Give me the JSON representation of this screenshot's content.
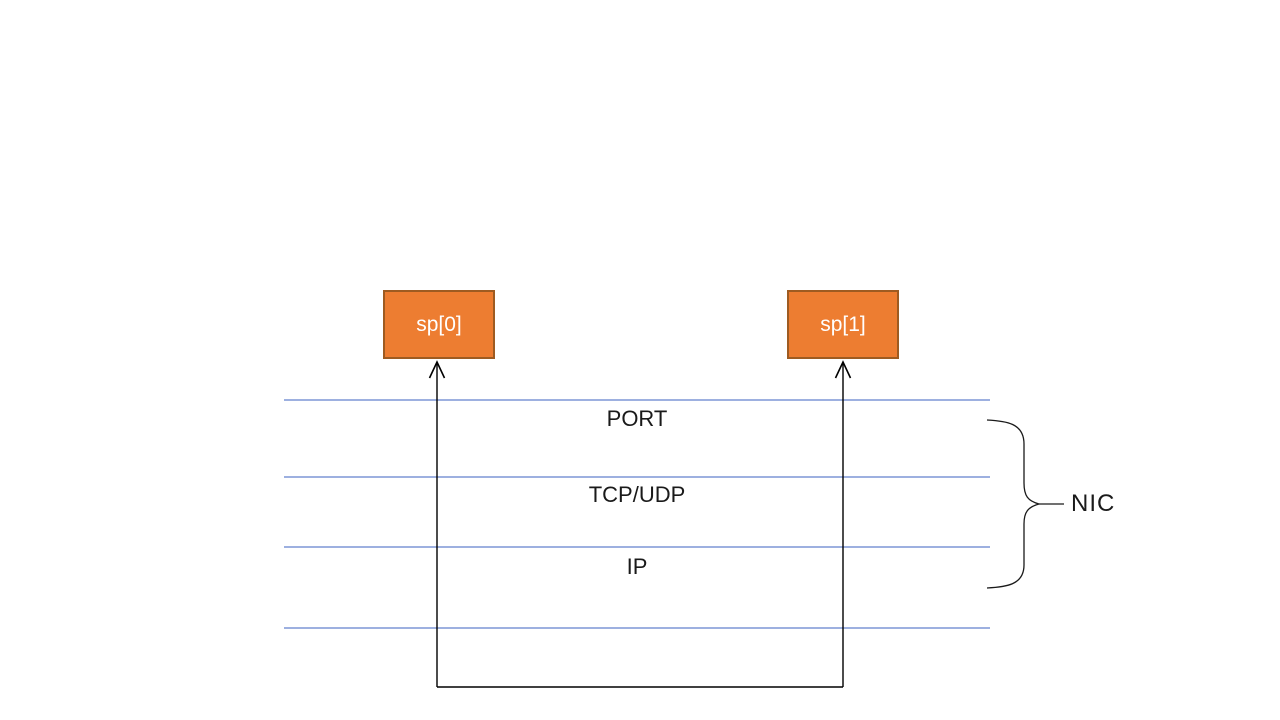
{
  "diagram": {
    "boxes": [
      {
        "label": "sp[0]"
      },
      {
        "label": "sp[1]"
      }
    ],
    "layers": [
      {
        "label": "PORT"
      },
      {
        "label": "TCP/UDP"
      },
      {
        "label": "IP"
      }
    ],
    "brace_label": "NIC"
  },
  "colors": {
    "background": "#FFFFFF",
    "box_fill": "#ED7D31",
    "box_border": "#9E5B21",
    "box_text": "#FFFFFF",
    "layer_line": "#7D96D6",
    "connector": "#000000",
    "brace": "#1a1a1a",
    "text_dark": "#1a1a1a"
  }
}
